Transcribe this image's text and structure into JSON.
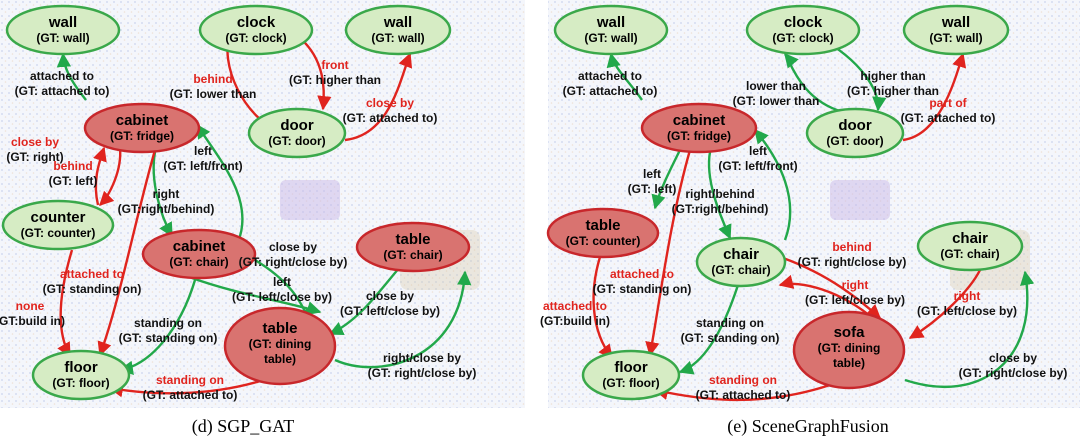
{
  "colors": {
    "node_green_fill": "#d6ecc4",
    "node_green_stroke": "#3aa84a",
    "node_red_fill": "#d97370",
    "node_red_stroke": "#c8272b",
    "edge_green": "#22a84a",
    "edge_red": "#e0241e",
    "label_red": "#e0241e",
    "label_black": "#111111"
  },
  "panels": [
    {
      "caption": "(d)  SGP_GAT",
      "nodes": [
        {
          "id": "wall1",
          "name": "wall",
          "gt": "(GT: wall)",
          "color": "green"
        },
        {
          "id": "clock",
          "name": "clock",
          "gt": "(GT: clock)",
          "color": "green"
        },
        {
          "id": "wall2",
          "name": "wall",
          "gt": "(GT: wall)",
          "color": "green"
        },
        {
          "id": "cabinet1",
          "name": "cabinet",
          "gt": "(GT: fridge)",
          "color": "red"
        },
        {
          "id": "door",
          "name": "door",
          "gt": "(GT: door)",
          "color": "green"
        },
        {
          "id": "counter",
          "name": "counter",
          "gt": "(GT: counter)",
          "color": "green"
        },
        {
          "id": "cabinet2",
          "name": "cabinet",
          "gt": "(GT: chair)",
          "color": "red"
        },
        {
          "id": "table1",
          "name": "table",
          "gt": "(GT: chair)",
          "color": "red"
        },
        {
          "id": "floor",
          "name": "floor",
          "gt": "(GT: floor)",
          "color": "green"
        },
        {
          "id": "table2",
          "name": "table",
          "gt": "(GT: dining",
          "gt2": "table)",
          "color": "red"
        }
      ],
      "edges": [
        {
          "pred": "attached to",
          "gt": "(GT: attached to)",
          "color": "green"
        },
        {
          "pred": "behind",
          "gt": "(GT: lower than",
          "color": "red"
        },
        {
          "pred": "front",
          "gt": "(GT: higher than",
          "color": "red"
        },
        {
          "pred": "close by",
          "gt": "(GT: attached to)",
          "color": "red"
        },
        {
          "pred": "close by",
          "gt": "(GT: right)",
          "color": "red"
        },
        {
          "pred": "behind",
          "gt": "(GT: left)",
          "color": "red"
        },
        {
          "pred": "left",
          "gt": "(GT: left/front)",
          "color": "green"
        },
        {
          "pred": "right",
          "gt": "(GT:right/behind)",
          "color": "green"
        },
        {
          "pred": "close by",
          "gt": "(GT: right/close by)",
          "color": "green"
        },
        {
          "pred": "attached to",
          "gt": "(GT: standing on)",
          "color": "red"
        },
        {
          "pred": "none",
          "gt": "(GT:build in)",
          "color": "red"
        },
        {
          "pred": "left",
          "gt": "(GT: left/close by)",
          "color": "green"
        },
        {
          "pred": "close by",
          "gt": "(GT: left/close by)",
          "color": "green"
        },
        {
          "pred": "standing on",
          "gt": "(GT: standing on)",
          "color": "green"
        },
        {
          "pred": "right/close by",
          "gt": "(GT: right/close by)",
          "color": "green"
        },
        {
          "pred": "standing on",
          "gt": "(GT: attached to)",
          "color": "red"
        }
      ]
    },
    {
      "caption": "(e)  SceneGraphFusion",
      "nodes": [
        {
          "id": "wall1",
          "name": "wall",
          "gt": "(GT: wall)",
          "color": "green"
        },
        {
          "id": "clock",
          "name": "clock",
          "gt": "(GT: clock)",
          "color": "green"
        },
        {
          "id": "wall2",
          "name": "wall",
          "gt": "(GT: wall)",
          "color": "green"
        },
        {
          "id": "cabinet1",
          "name": "cabinet",
          "gt": "(GT: fridge)",
          "color": "red"
        },
        {
          "id": "door",
          "name": "door",
          "gt": "(GT: door)",
          "color": "green"
        },
        {
          "id": "table0",
          "name": "table",
          "gt": "(GT: counter)",
          "color": "red"
        },
        {
          "id": "chair1",
          "name": "chair",
          "gt": "(GT: chair)",
          "color": "green"
        },
        {
          "id": "chair2",
          "name": "chair",
          "gt": "(GT: chair)",
          "color": "green"
        },
        {
          "id": "floor",
          "name": "floor",
          "gt": "(GT: floor)",
          "color": "green"
        },
        {
          "id": "sofa",
          "name": "sofa",
          "gt": "(GT: dining",
          "gt2": "table)",
          "color": "red"
        }
      ],
      "edges": [
        {
          "pred": "attached to",
          "gt": "(GT: attached to)",
          "color": "green"
        },
        {
          "pred": "lower than",
          "gt": "(GT: lower than",
          "color": "green"
        },
        {
          "pred": "higher than",
          "gt": "(GT: higher than",
          "color": "green"
        },
        {
          "pred": "part of",
          "gt": "(GT: attached to)",
          "color": "red"
        },
        {
          "pred": "left",
          "gt": "(GT: left)",
          "color": "green"
        },
        {
          "pred": "left",
          "gt": "(GT: left/front)",
          "color": "green"
        },
        {
          "pred": "right/behind",
          "gt": "(GT:right/behind)",
          "color": "green"
        },
        {
          "pred": "behind",
          "gt": "(GT: right/close by)",
          "color": "red"
        },
        {
          "pred": "attached to",
          "gt": "(GT: standing on)",
          "color": "red"
        },
        {
          "pred": "attached to",
          "gt": "(GT:build in)",
          "color": "red"
        },
        {
          "pred": "right",
          "gt": "(GT: left/close by)",
          "color": "red"
        },
        {
          "pred": "right",
          "gt": "(GT: left/close by)",
          "color": "red"
        },
        {
          "pred": "standing on",
          "gt": "(GT: standing on)",
          "color": "green"
        },
        {
          "pred": "close by",
          "gt": "(GT: right/close by)",
          "color": "green"
        },
        {
          "pred": "standing on",
          "gt": "(GT: attached to)",
          "color": "red"
        }
      ]
    }
  ]
}
